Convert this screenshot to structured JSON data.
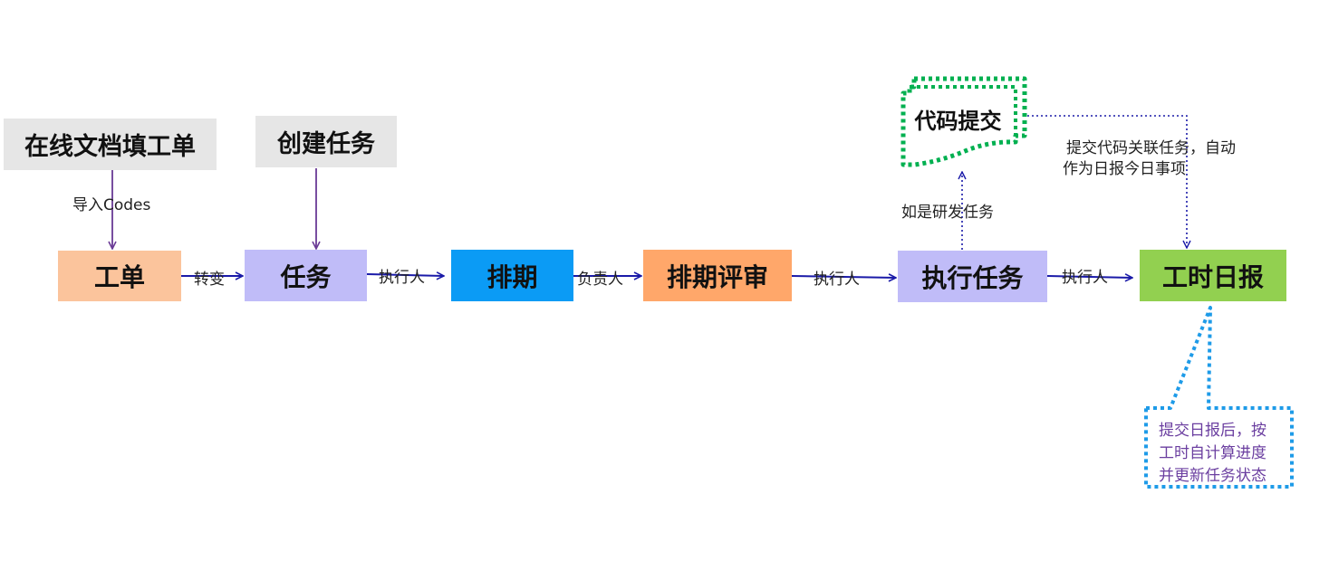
{
  "sources": {
    "doc_fill": "在线文档填工单",
    "create_task": "创建任务"
  },
  "flow": {
    "work_order": "工单",
    "task": "任务",
    "schedule": "排期",
    "schedule_review": "排期评审",
    "execute_task": "执行任务",
    "timesheet": "工时日报"
  },
  "edge_labels": {
    "import_codes": "导入Codes",
    "transfer": "转变",
    "executor_1": "执行人",
    "owner": "负责人",
    "executor_2": "执行人",
    "executor_3": "执行人",
    "if_dev_task": "如是研发任务"
  },
  "code_commit": {
    "label": "代码提交",
    "note_line1": "提交代码关联任务，自动",
    "note_line2": "作为日报今日事项"
  },
  "callout": {
    "line1": "提交日报后，按",
    "line2": "工时自计算进度",
    "line3": "并更新任务状态"
  },
  "colors": {
    "source_gray": "#e6e6e6",
    "work_order": "#fbc49c",
    "task_lavender": "#c0bcf8",
    "schedule_blue": "#0b9bf5",
    "review_orange": "#ffa76a",
    "timesheet_green": "#92d050",
    "arrow_navy": "#1a1aa8",
    "arrow_purple": "#6a3a96",
    "dotted_green": "#00b050",
    "dotted_blue": "#1e9be8"
  }
}
